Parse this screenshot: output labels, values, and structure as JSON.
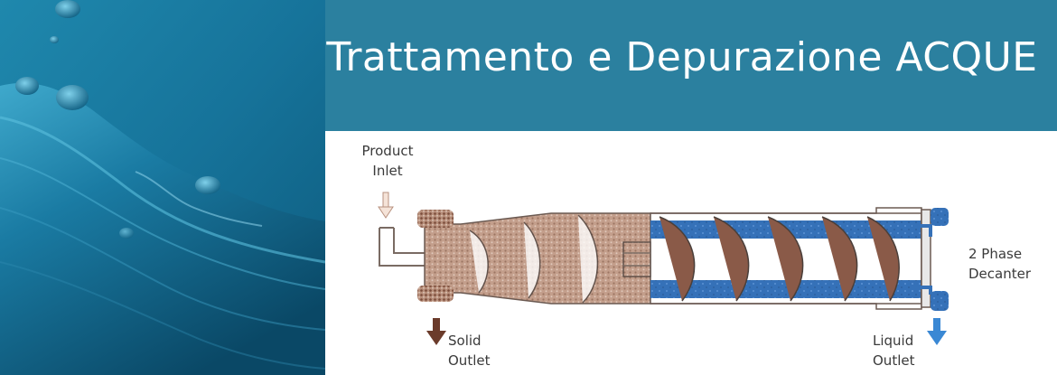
{
  "header": {
    "title": "Trattamento e Depurazione ACQUE"
  },
  "diagram": {
    "product_inlet": [
      "Product",
      "Inlet"
    ],
    "solid_outlet": [
      "Solid",
      "Outlet"
    ],
    "liquid_outlet": [
      "Liquid",
      "Outlet"
    ],
    "decanter_label": [
      "2 Phase",
      "Decanter"
    ]
  },
  "colors": {
    "header_bg": "#2b809f",
    "water_dark": "#0b4f6c",
    "water_light": "#3aa5c8",
    "solid": "#b8917f",
    "solid_arrow": "#6b3b2b",
    "liquid": "#2e6fb8",
    "liquid_arrow": "#3a88d4"
  }
}
